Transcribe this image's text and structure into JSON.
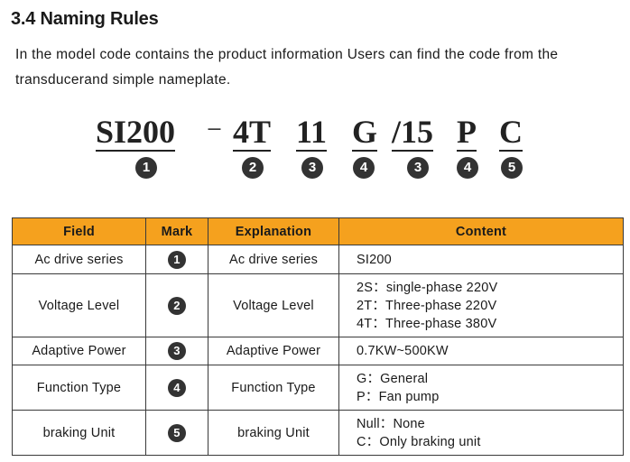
{
  "section": {
    "title": "3.4 Naming Rules",
    "intro": "In the model code contains the product information Users can find the code from the transducerand simple nameplate."
  },
  "model_code": {
    "dash": "−",
    "parts": [
      "SI200",
      "4T",
      "11",
      "G",
      "/15",
      "P",
      "C"
    ],
    "markers": [
      "1",
      "2",
      "3",
      "4",
      "3",
      "4",
      "5"
    ]
  },
  "table": {
    "headers": [
      "Field",
      "Mark",
      "Explanation",
      "Content"
    ],
    "rows": [
      {
        "field": "Ac drive series",
        "mark": "1",
        "explanation": "Ac drive series",
        "content": [
          "SI200"
        ]
      },
      {
        "field": "Voltage Level",
        "mark": "2",
        "explanation": "Voltage Level",
        "content": [
          "2S：single-phase 220V",
          "2T：Three-phase 220V",
          "4T：Three-phase 380V"
        ]
      },
      {
        "field": "Adaptive Power",
        "mark": "3",
        "explanation": "Adaptive Power",
        "content": [
          "0.7KW~500KW"
        ]
      },
      {
        "field": "Function Type",
        "mark": "4",
        "explanation": "Function Type",
        "content": [
          "G：General",
          "P：Fan pump"
        ]
      },
      {
        "field": "braking Unit",
        "mark": "5",
        "explanation": "braking Unit",
        "content": [
          "Null：None",
          "C：Only braking unit"
        ]
      }
    ]
  }
}
